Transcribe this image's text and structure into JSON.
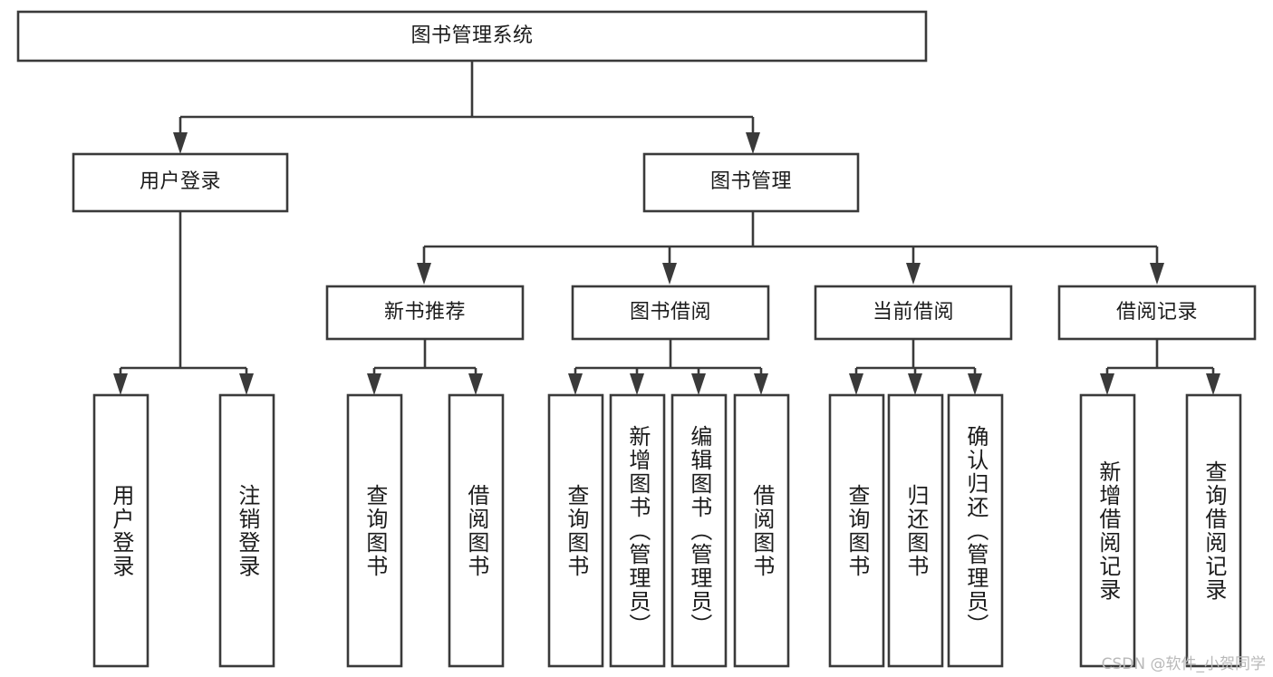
{
  "diagram": {
    "type": "tree",
    "title": "图书管理系统",
    "watermark": "CSDN @软件_小贺同学",
    "colors": {
      "box_stroke": "#3a3a3a",
      "box_fill": "#ffffff",
      "text": "#1b1b1b",
      "background": "#ffffff",
      "watermark": "#b9b9b9"
    },
    "levels": {
      "root": {
        "label": "图书管理系统"
      },
      "level1": [
        {
          "label": "用户登录"
        },
        {
          "label": "图书管理"
        }
      ],
      "level2": [
        {
          "label": "新书推荐"
        },
        {
          "label": "图书借阅"
        },
        {
          "label": "当前借阅"
        },
        {
          "label": "借阅记录"
        }
      ]
    },
    "nodes": {
      "root": "图书管理系统",
      "user_login": "用户登录",
      "book_manage": "图书管理",
      "new_book_rec": "新书推荐",
      "book_borrow": "图书借阅",
      "current_borrow": "当前借阅",
      "borrow_record": "借阅记录",
      "leaf_user_login": "用户登录",
      "leaf_user_logout": "注销登录",
      "leaf_query_book_1": "查询图书",
      "leaf_borrow_book_1": "借阅图书",
      "leaf_query_book_2": "查询图书",
      "leaf_add_book": "新增图书（管理员）",
      "leaf_edit_book": "编辑图书（管理员）",
      "leaf_borrow_book_2": "借阅图书",
      "leaf_query_book_3": "查询图书",
      "leaf_return_book": "归还图书",
      "leaf_confirm_return": "确认归还（管理员）",
      "leaf_add_record": "新增借阅记录",
      "leaf_query_record": "查询借阅记录"
    }
  }
}
